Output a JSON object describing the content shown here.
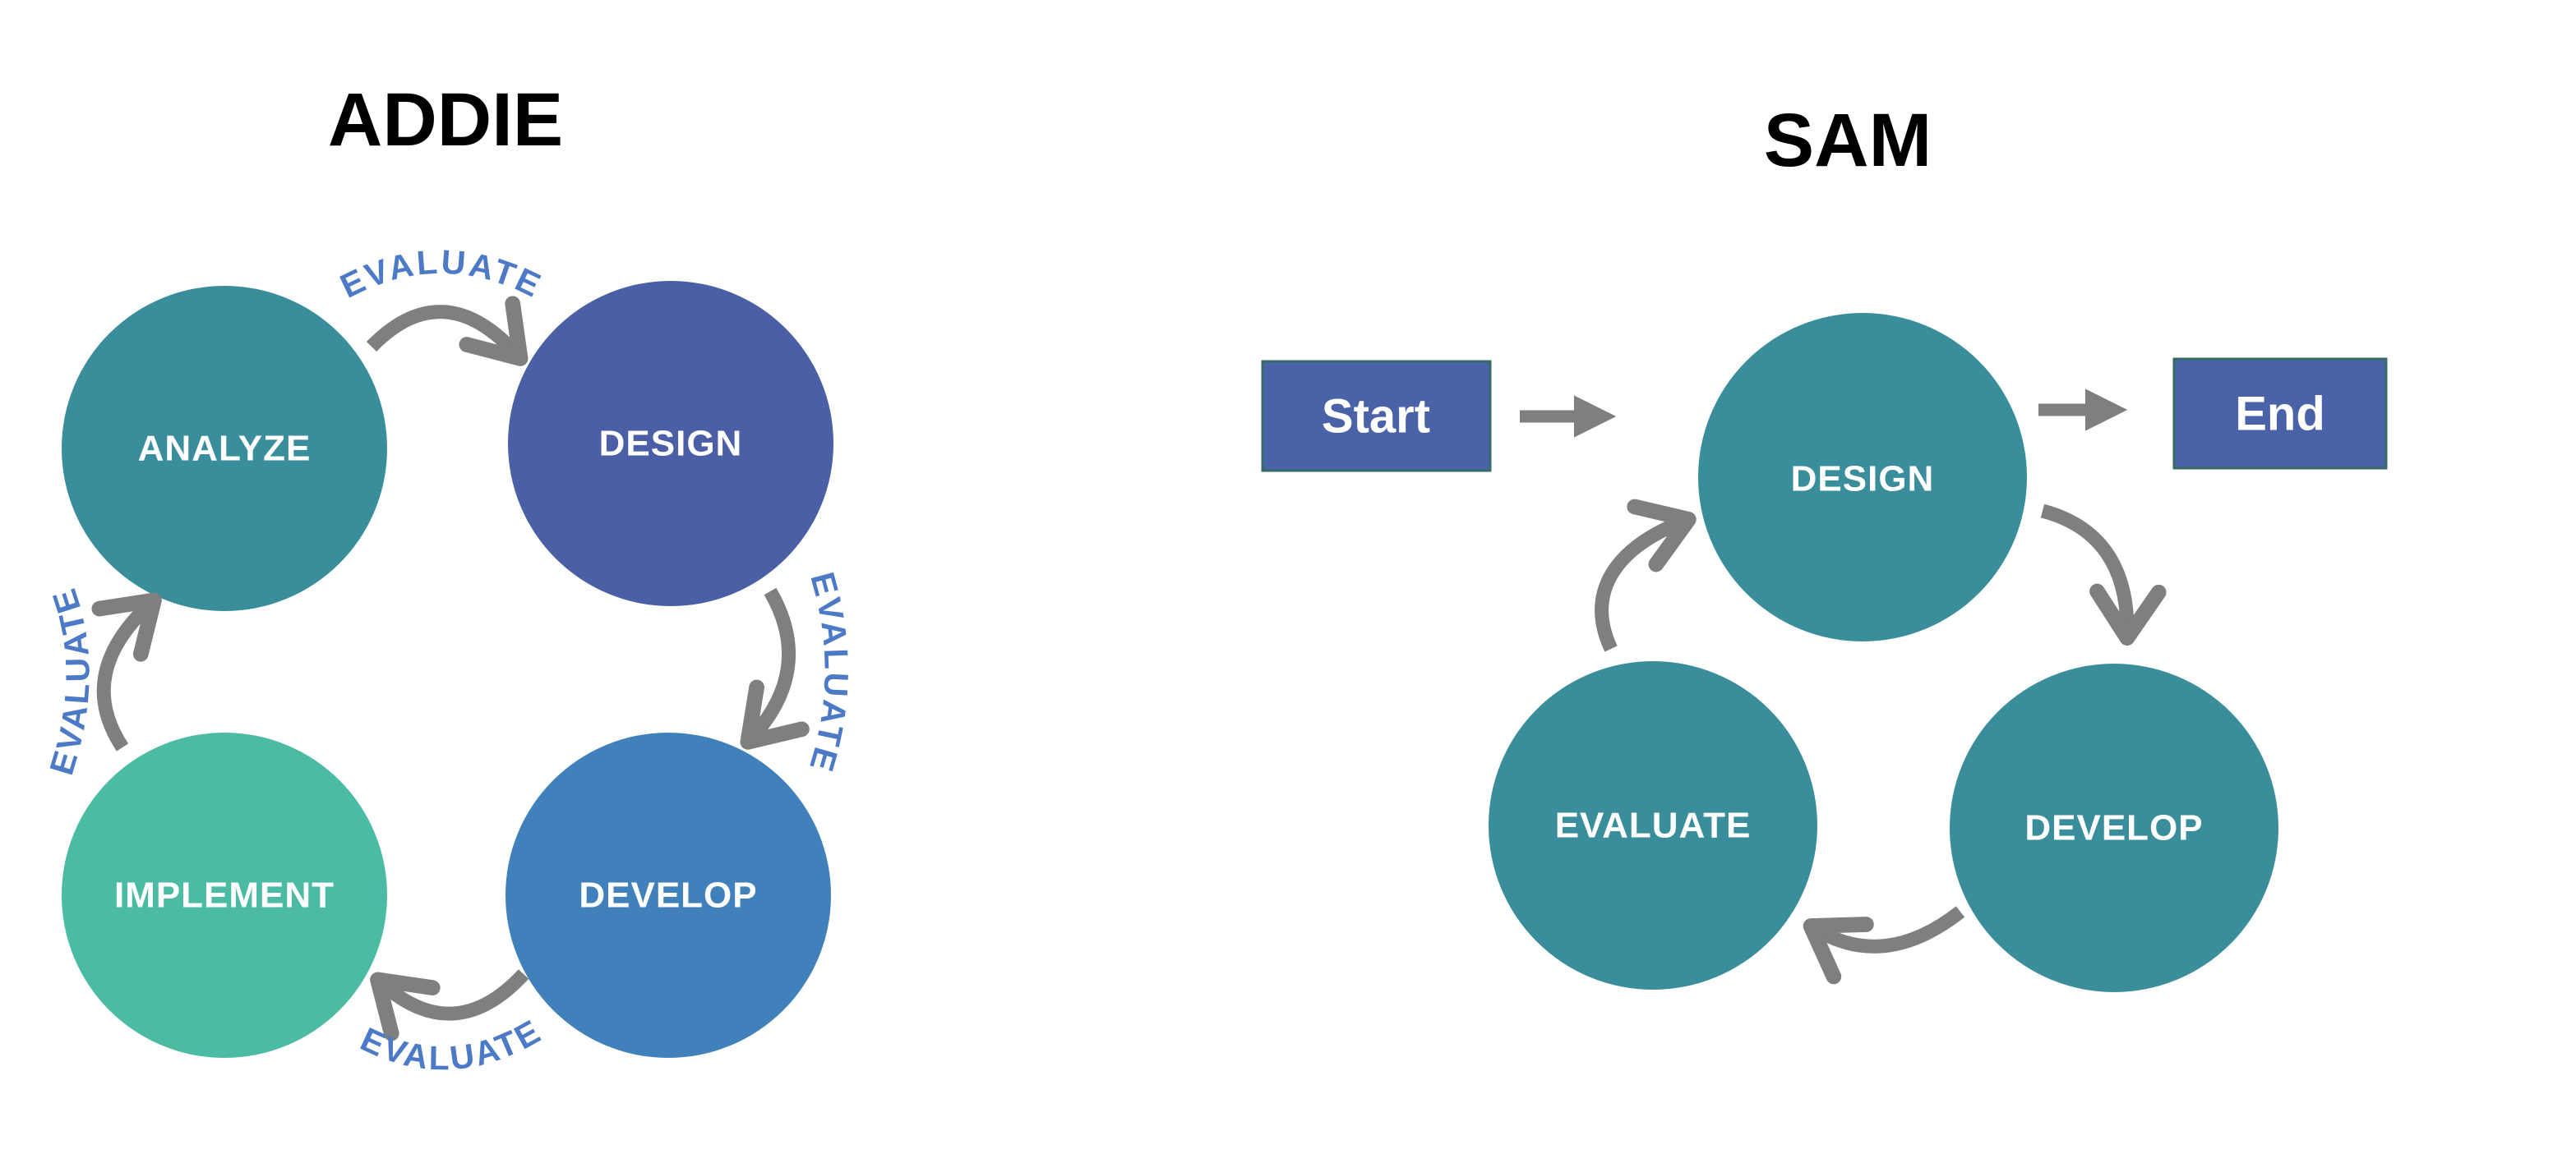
{
  "colors": {
    "background": "#FFFFFF",
    "title": "#000000",
    "arrow": "#7F7F7F",
    "evaluate_text": "#4D7AC6"
  },
  "addie": {
    "title": "ADDIE",
    "circles": {
      "analyze": {
        "label": "ANALYZE",
        "color": "#3A8E9C"
      },
      "design": {
        "label": "DESIGN",
        "color": "#4A5FA5"
      },
      "develop": {
        "label": "DEVELOP",
        "color": "#4181BB"
      },
      "implement": {
        "label": "IMPLEMENT",
        "color": "#4CBBA4"
      }
    },
    "evaluate_labels": {
      "top": "EVALUATE",
      "right": "EVALUATE",
      "bottom": "EVALUATE",
      "left": "EVALUATE"
    }
  },
  "sam": {
    "title": "SAM",
    "start": {
      "label": "Start",
      "fill": "#4A63A8",
      "border": "#3A6A66"
    },
    "end": {
      "label": "End",
      "fill": "#4A63A8",
      "border": "#3A6A66"
    },
    "circles": {
      "design": {
        "label": "DESIGN",
        "color": "#3A8E9C"
      },
      "evaluate": {
        "label": "EVALUATE",
        "color": "#3A8E9C"
      },
      "develop": {
        "label": "DEVELOP",
        "color": "#3A8E9C"
      }
    }
  }
}
